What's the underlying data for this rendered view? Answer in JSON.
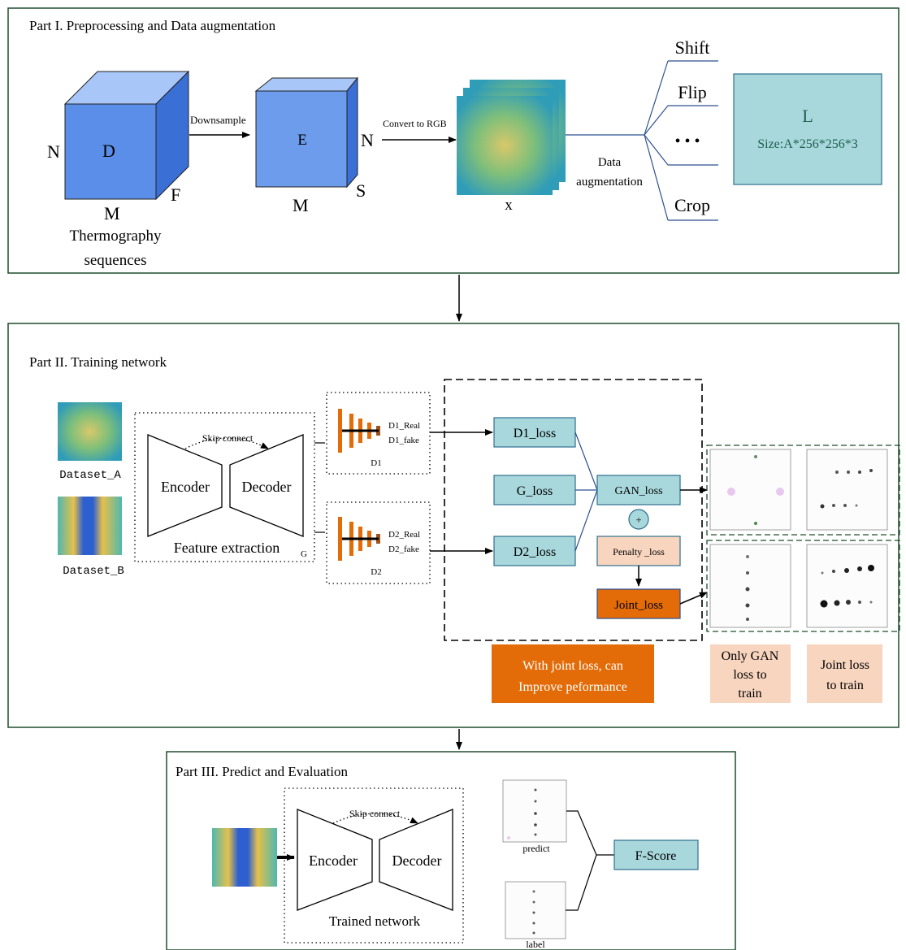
{
  "colors": {
    "panel_border": "#1e4d2b",
    "cube_front": "#5b8ee8",
    "cube_top": "#a8c6f7",
    "cube_side": "#3a6fd6",
    "teal_box": "#a8d8dc",
    "teal_stroke": "#2f6f8f",
    "orange": "#e36c09",
    "peach": "#f8d5bf",
    "arrow": "#000000"
  },
  "part1": {
    "title": "Part I. Preprocessing and Data augmentation",
    "cube_d": {
      "label": "D",
      "left_label": "N",
      "bottom_label": "M",
      "side_label": "F"
    },
    "caption_line1": "Thermography",
    "caption_line2": "sequences",
    "downsample_label": "Downsample",
    "cube_e": {
      "label": "E",
      "right_label": "N",
      "bottom_label": "M",
      "side_label": "S"
    },
    "convert_label": "Convert to RGB",
    "x_label": "x",
    "aug_line1": "Data",
    "aug_line2": "augmentation",
    "aug_options": [
      "Shift",
      "Flip",
      "• • •",
      "Crop"
    ],
    "result_box": {
      "title": "L",
      "size": "Size:A*256*256*3"
    }
  },
  "part2": {
    "title": "Part II. Training network",
    "dataset_a": "Dataset_A",
    "dataset_b": "Dataset_B",
    "skip_connect": "Skip connect",
    "encoder": "Encoder",
    "decoder": "Decoder",
    "feature_extraction": "Feature extraction",
    "g_label": "G",
    "d1": {
      "real": "D1_Real",
      "fake": "D1_fake",
      "name": "D1"
    },
    "d2": {
      "real": "D2_Real",
      "fake": "D2_fake",
      "name": "D2"
    },
    "d1_loss": "D1_loss",
    "g_loss": "G_loss",
    "d2_loss": "D2_loss",
    "gan_loss": "GAN_loss",
    "plus": "+",
    "penalty_loss": "Penalty _loss",
    "joint_loss": "Joint_loss",
    "note_line1": "With joint loss, can",
    "note_line2": "Improve peformance",
    "only_gan": [
      "Only GAN",
      "loss to",
      "train"
    ],
    "joint_train": [
      "Joint loss",
      "to train"
    ]
  },
  "part3": {
    "title": "Part III. Predict and Evaluation",
    "skip_connect": "Skip connect",
    "encoder": "Encoder",
    "decoder": "Decoder",
    "trained_network": "Trained network",
    "predict": "predict",
    "label": "label",
    "f_score": "F-Score"
  }
}
